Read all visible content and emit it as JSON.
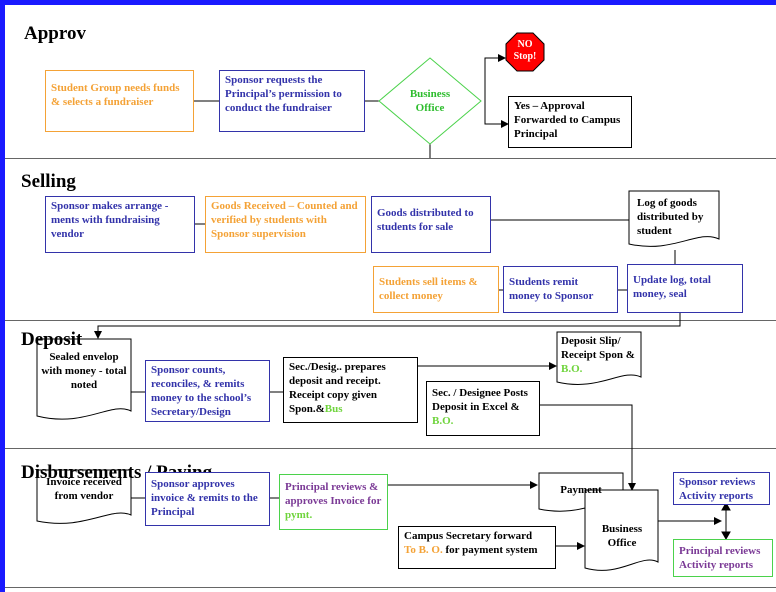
{
  "sections": {
    "approv": "Approv",
    "selling": "Selling",
    "deposit": "Deposit",
    "disbursements": "Disbursements / Paying"
  },
  "approv": {
    "student_group": "Student Group needs funds & selects a fundraiser",
    "sponsor_requests": "Sponsor requests the Principal’s permission to conduct the fundraiser",
    "business_office": "Business Office",
    "no_stop": "NO Stop!",
    "yes_approval": "Yes – Approval Forwarded to Campus Principal"
  },
  "selling": {
    "sponsor_arrange": "Sponsor makes arrange - ments with fundraising vendor",
    "goods_received": "Goods Received – Counted and verified by students with Sponsor supervision",
    "goods_distributed": "Goods distributed to students for sale",
    "log_of_goods": "Log of goods distributed by student",
    "students_sell": "Students sell items & collect money",
    "students_remit": "Students remit money to Sponsor",
    "update_log": "Update log, total money, seal"
  },
  "deposit": {
    "sealed_envelop": "Sealed envelop with money - total noted",
    "sponsor_counts": "Sponsor counts, reconciles, & remits money to the school’s Secretary/Design",
    "sec_prepares": "Sec./Desig.. prepares deposit and receipt. Receipt copy given Spon.&",
    "sec_prepares_bus": "Bus",
    "deposit_slip": "Deposit Slip/ Receipt Spon &",
    "deposit_slip_bo": "B.O.",
    "sec_posts": "Sec. / Designee Posts Deposit in Excel &",
    "sec_posts_bo": "B.O."
  },
  "disbursements": {
    "invoice_received": "Invoice received from vendor",
    "sponsor_approves": "Sponsor approves invoice & remits to the Principal",
    "principal_reviews": "Principal reviews & approves Invoice for",
    "principal_reviews_pymt": "pymt.",
    "payment": "Payment",
    "campus_secretary_1": "Campus Secretary forward",
    "campus_secretary_to_bo": "To B. O.",
    "campus_secretary_2": "for payment system",
    "business_office": "Business Office",
    "sponsor_reviews": "Sponsor reviews Activity reports",
    "principal_reviews_reports": "Principal reviews Activity reports"
  },
  "colors": {
    "frame": "#1a1aff",
    "orange": "#f4a236",
    "blue": "#3333aa",
    "green": "#4bd24b",
    "light_green": "#6fd43c",
    "purple": "#7b3a96",
    "stop_red": "#ff0000"
  }
}
